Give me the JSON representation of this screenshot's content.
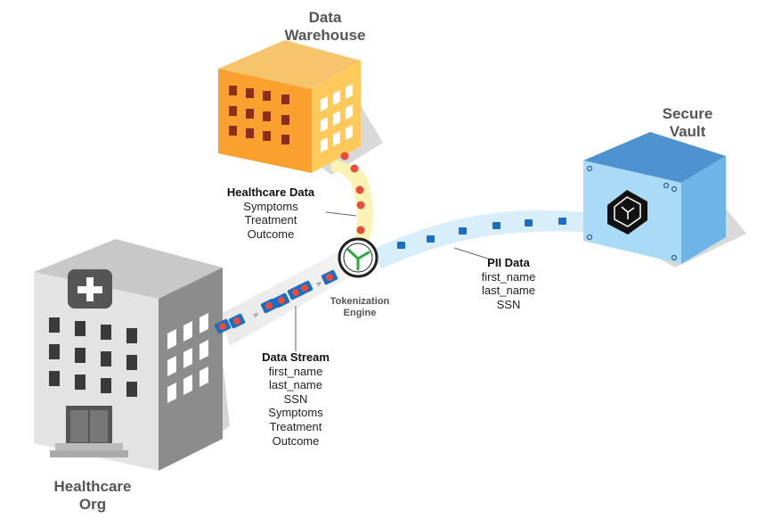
{
  "nodes": {
    "warehouse": {
      "title_line1": "Data",
      "title_line2": "Warehouse"
    },
    "vault": {
      "title_line1": "Secure",
      "title_line2": "Vault"
    },
    "hospital": {
      "title_line1": "Healthcare",
      "title_line2": "Org"
    },
    "engine": {
      "label_line1": "Tokenization",
      "label_line2": "Engine"
    }
  },
  "captions": {
    "healthcare_data": {
      "title": "Healthcare Data",
      "items": [
        "Symptoms",
        "Treatment",
        "Outcome"
      ]
    },
    "pii_data": {
      "title": "PII Data",
      "items": [
        "first_name",
        "last_name",
        "SSN"
      ]
    },
    "data_stream": {
      "title": "Data Stream",
      "items": [
        "first_name",
        "last_name",
        "SSN",
        "Symptoms",
        "Treatment",
        "Outcome"
      ]
    }
  },
  "icons": {
    "warehouse": "building-icon",
    "hospital": "hospital-icon",
    "vault": "shield-icon",
    "engine": "clock-icon",
    "packet_heart": "heart-icon",
    "packet_token": "token-icon"
  },
  "colors": {
    "warehouse_front": "#f9a02f",
    "warehouse_side": "#ffc95c",
    "vault_front": "#a9dbf7",
    "vault_side": "#6fb4e6",
    "hospital_front": "#e3e3e3",
    "hospital_side": "#8c8c8c",
    "heart": "#e84c3d",
    "token": "#1a6fc4",
    "engine_green": "#2eaa3f"
  }
}
